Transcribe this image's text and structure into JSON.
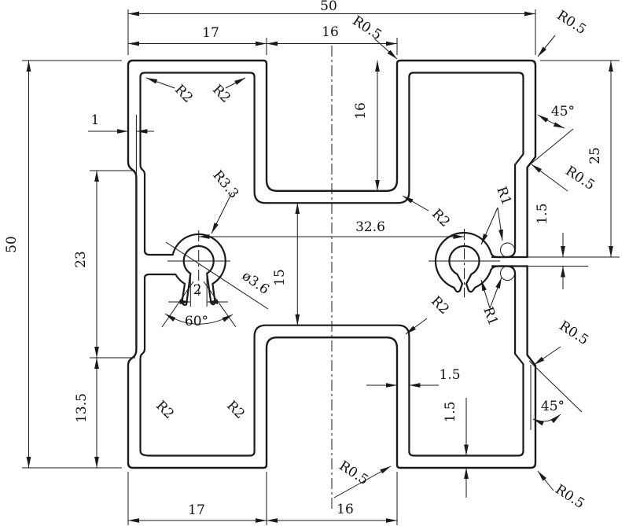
{
  "drawing": {
    "type": "extrusion-profile-cross-section",
    "units": "mm",
    "overall": {
      "width": "50",
      "height": "50"
    },
    "labels": {
      "dim_width_top": "50",
      "dim_17_top": "17",
      "dim_16_top": "16",
      "r05_slot_mouth": "R0.5",
      "r05_top_right": "R0.5",
      "dim_height_left": "50",
      "dim_1": "1",
      "dim_23": "23",
      "dim_13_5": "13.5",
      "r2_tl_left": "R2",
      "r2_tl_right": "R2",
      "dim_16_top_slot": "16",
      "r3_3": "R3.3",
      "dia_3_6": "ø3.6",
      "dim_2": "2",
      "deg_60": "60°",
      "dim_15": "15",
      "dim_32_6": "32.6",
      "r2_top_slot": "R2",
      "r2_bottom_slot": "R2",
      "r1_upper": "R1",
      "r1_lower": "R1",
      "deg_45_top": "45°",
      "dim_25": "25",
      "dim_1_5_slit": "1.5",
      "r05_mid_right": "R0.5",
      "dim_1_5_wall_h": "1.5",
      "dim_1_5_wall_v": "1.5",
      "deg_45_bottom": "45°",
      "r05_lower_right": "R0.5",
      "r05_bottom_corner": "R0.5",
      "r05_bottom_slot": "R0.5",
      "r2_bl_left": "R2",
      "r2_bl_right": "R2",
      "dim_17_bottom": "17",
      "dim_16_bottom": "16"
    },
    "colors": {
      "line": "#1a1a1a",
      "background": "#ffffff"
    }
  }
}
